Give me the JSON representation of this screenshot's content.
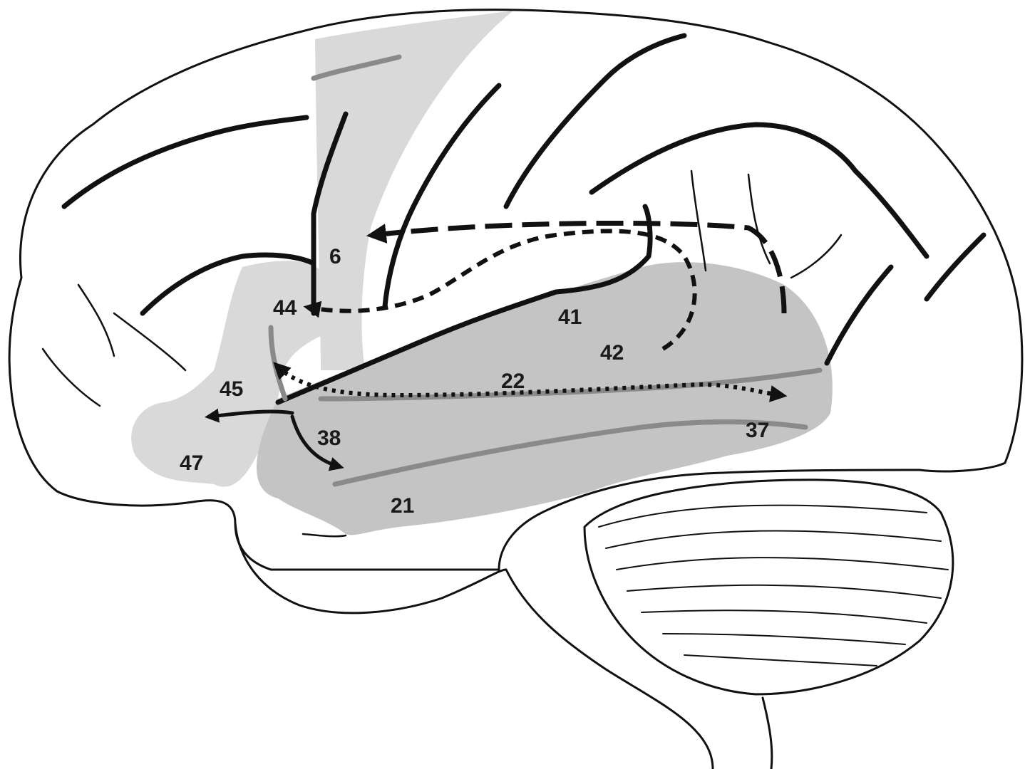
{
  "labels": {
    "a6": "6",
    "a44": "44",
    "a45": "45",
    "a47": "47",
    "a38": "38",
    "a41": "41",
    "a42": "42",
    "a22": "22",
    "a21": "21",
    "a37": "37"
  },
  "colors": {
    "shade_light": "#d9d9d9",
    "shade_dark": "#c4c4c4",
    "line": "#111111"
  }
}
